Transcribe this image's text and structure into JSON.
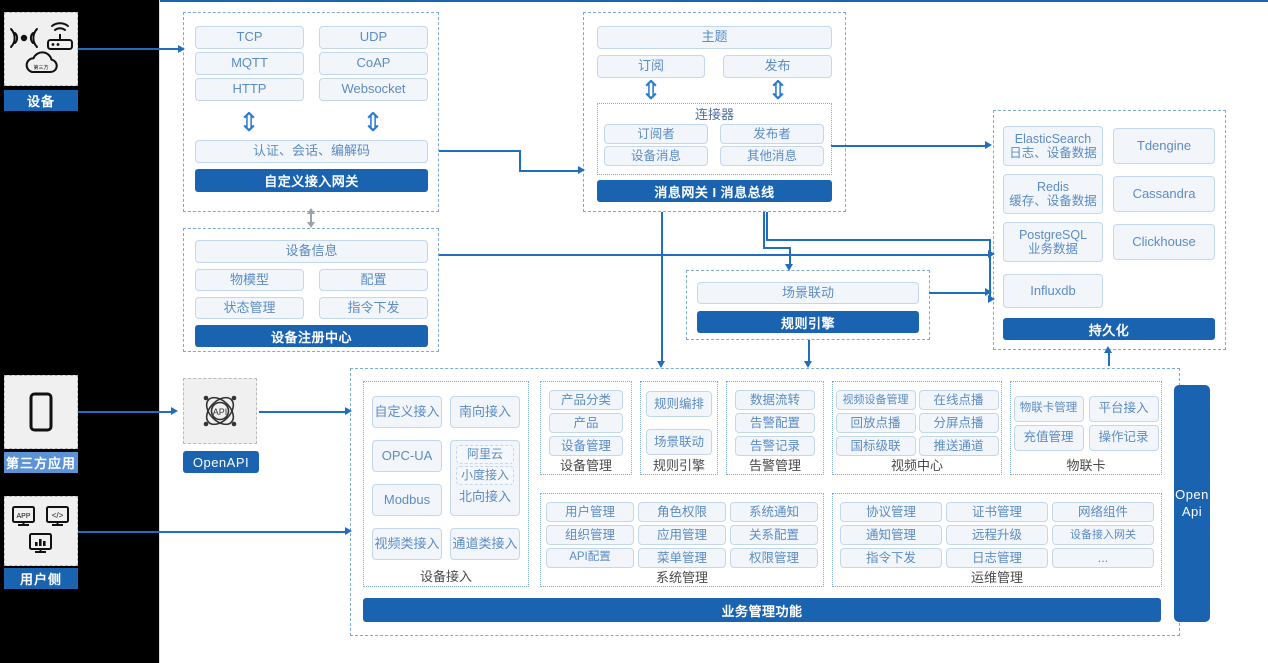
{
  "diagram": {
    "title_bar_color": "#1a63b0",
    "accent": "#1a63b0",
    "cell_text_color": "#5b8cc4"
  },
  "rail": {
    "device": {
      "label": "设备",
      "icons": [
        "signal-wave-icon",
        "router-icon",
        "cloud-icon"
      ]
    },
    "third_party": {
      "label": "第三方应用",
      "icons": [
        "mobile-phone-icon"
      ]
    },
    "user_side": {
      "label": "用户侧",
      "icons": [
        "app-store-icon",
        "code-window-icon",
        "dashboard-chart-icon"
      ]
    }
  },
  "openapi": {
    "label": "OpenAPI",
    "icon": "api-network-icon"
  },
  "gateway": {
    "protocols_left": [
      "TCP",
      "MQTT",
      "HTTP"
    ],
    "protocols_right": [
      "UDP",
      "CoAP",
      "Websocket"
    ],
    "middle": "认证、会话、编解码",
    "footer": "自定义接入网关"
  },
  "message": {
    "topic": "主题",
    "subscribe": "订阅",
    "publish": "发布",
    "connector_title": "连接器",
    "connector_items": [
      "订阅者",
      "发布者",
      "设备消息",
      "其他消息"
    ],
    "footer": "消息网关 I 消息总线"
  },
  "registry": {
    "info": "设备信息",
    "items": [
      "物模型",
      "配置",
      "状态管理",
      "指令下发"
    ],
    "footer": "设备注册中心"
  },
  "rule": {
    "scene": "场景联动",
    "footer": "规则引擎"
  },
  "persistence": {
    "left": [
      {
        "name": "ElasticSearch",
        "sub": "日志、设备数据"
      },
      {
        "name": "Redis",
        "sub": "缓存、设备数据"
      },
      {
        "name": "PostgreSQL",
        "sub": "业务数据"
      },
      {
        "name": "Influxdb",
        "sub": ""
      }
    ],
    "right": [
      "Tdengine",
      "Cassandra",
      "Clickhouse"
    ],
    "footer": "持久化"
  },
  "business": {
    "footer": "业务管理功能",
    "open_api": "Open\nApi",
    "open_api_line1": "Open",
    "open_api_line2": "Api",
    "device_access": {
      "title": "设备接入",
      "items": [
        "自定义接入",
        "南向接入",
        "OPC-UA",
        "Modbus",
        "视频类接入",
        "通道类接入"
      ],
      "nested": {
        "items": [
          "阿里云",
          "小度接入"
        ],
        "label": "北向接入"
      }
    },
    "groups": [
      {
        "title": "设备管理",
        "cols": 1,
        "items": [
          "产品分类",
          "产品",
          "设备管理"
        ]
      },
      {
        "title": "规则引擎",
        "cols": 1,
        "items": [
          "规则编排",
          "场景联动"
        ]
      },
      {
        "title": "告警管理",
        "cols": 1,
        "items": [
          "数据流转",
          "告警配置",
          "告警记录"
        ]
      },
      {
        "title": "视频中心",
        "cols": 2,
        "items": [
          "视频设备管理",
          "在线点播",
          "回放点播",
          "分屏点播",
          "国标级联",
          "推送通道"
        ]
      },
      {
        "title": "物联卡",
        "cols": 2,
        "items": [
          "物联卡管理",
          "平台接入",
          "充值管理",
          "操作记录"
        ]
      },
      {
        "title": "系统管理",
        "cols": 3,
        "items": [
          "用户管理",
          "角色权限",
          "系统通知",
          "组织管理",
          "应用管理",
          "关系配置",
          "API配置",
          "菜单管理",
          "权限管理"
        ]
      },
      {
        "title": "运维管理",
        "cols": 3,
        "items": [
          "协议管理",
          "证书管理",
          "网络组件",
          "通知管理",
          "远程升级",
          "设备接入网关",
          "指令下发",
          "日志管理",
          "..."
        ]
      }
    ]
  }
}
